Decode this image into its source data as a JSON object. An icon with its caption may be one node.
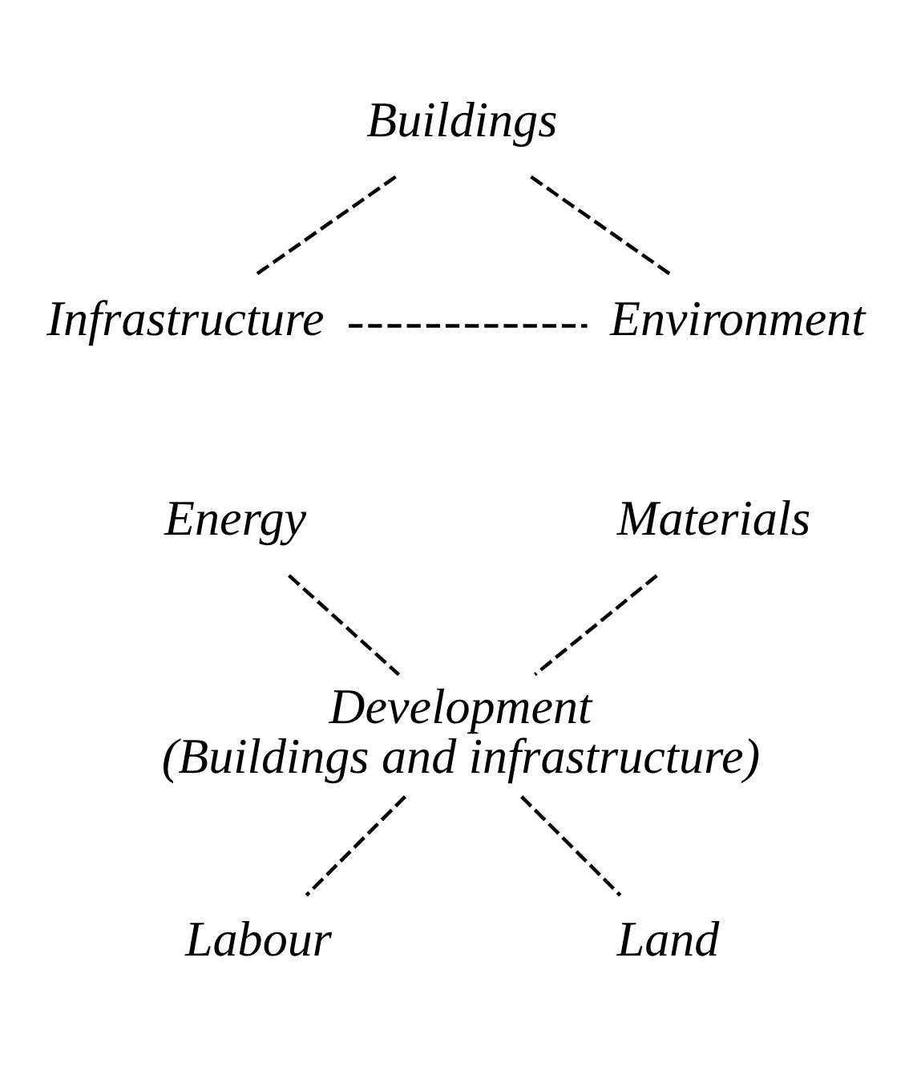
{
  "diagram": {
    "nodes": [
      {
        "text": [
          "Buildings"
        ]
      },
      {
        "text": [
          "Infrastructure"
        ]
      },
      {
        "text": [
          "Environment"
        ]
      },
      {
        "text": [
          "Energy"
        ]
      },
      {
        "text": [
          "Materials"
        ]
      },
      {
        "text": [
          "Development (Buildings and infrastructure)"
        ]
      },
      {
        "text": [
          "Labour"
        ]
      },
      {
        "text": [
          "Land"
        ]
      }
    ],
    "edges": [
      {
        "from": 0,
        "to": 1,
        "arrow": "none",
        "style": "dashed"
      },
      {
        "from": 0,
        "to": 2,
        "arrow": "none",
        "style": "dashed"
      },
      {
        "from": 1,
        "to": 2,
        "arrow": "none",
        "style": "dashed"
      },
      {
        "from": 3,
        "to": 5,
        "arrow": "none",
        "style": "dashed"
      },
      {
        "from": 4,
        "to": 5,
        "arrow": "none",
        "style": "dashed"
      },
      {
        "from": 5,
        "to": 6,
        "arrow": "none",
        "style": "dashed"
      },
      {
        "from": 5,
        "to": 7,
        "arrow": "none",
        "style": "dashed"
      }
    ]
  }
}
